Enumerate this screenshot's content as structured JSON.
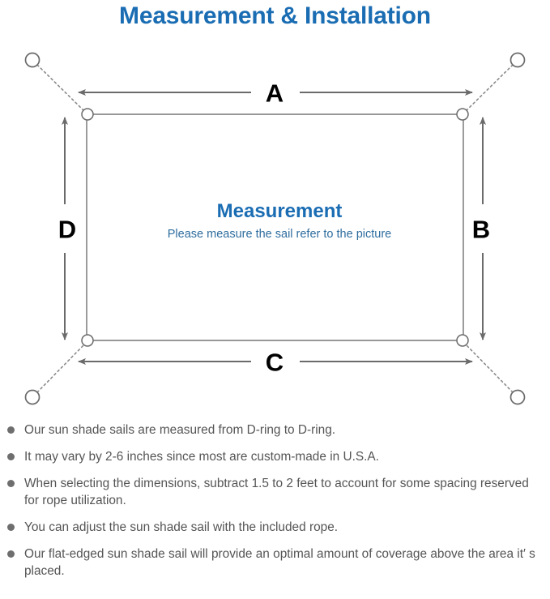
{
  "header": {
    "title": "Measurement & Installation",
    "title_color": "#1a6db3"
  },
  "diagram": {
    "center_title": "Measurement",
    "center_subtitle": "Please measure the sail refer to the picture",
    "center_title_color": "#1a6db3",
    "center_subtitle_color": "#2e6d9e",
    "line_color": "#6b6b6b",
    "sail_edge_color": "#8a8a8a",
    "labels": {
      "top": "A",
      "right": "B",
      "bottom": "C",
      "left": "D"
    },
    "label_color": "#000000",
    "anchor_count": 4,
    "d_ring_count": 4
  },
  "notes": [
    "Our sun shade sails are measured from D-ring to D-ring.",
    "It may vary by 2-6 inches since most are custom-made in U.S.A.",
    "When selecting the dimensions, subtract 1.5 to 2 feet to account for some spacing reserved for rope utilization.",
    "You can adjust the sun shade sail with the included rope.",
    "Our flat-edged sun shade sail will provide an optimal amount of coverage above the area it′ s placed."
  ],
  "notes_style": {
    "bullet_color": "#6e6e6e",
    "text_color": "#555555"
  }
}
